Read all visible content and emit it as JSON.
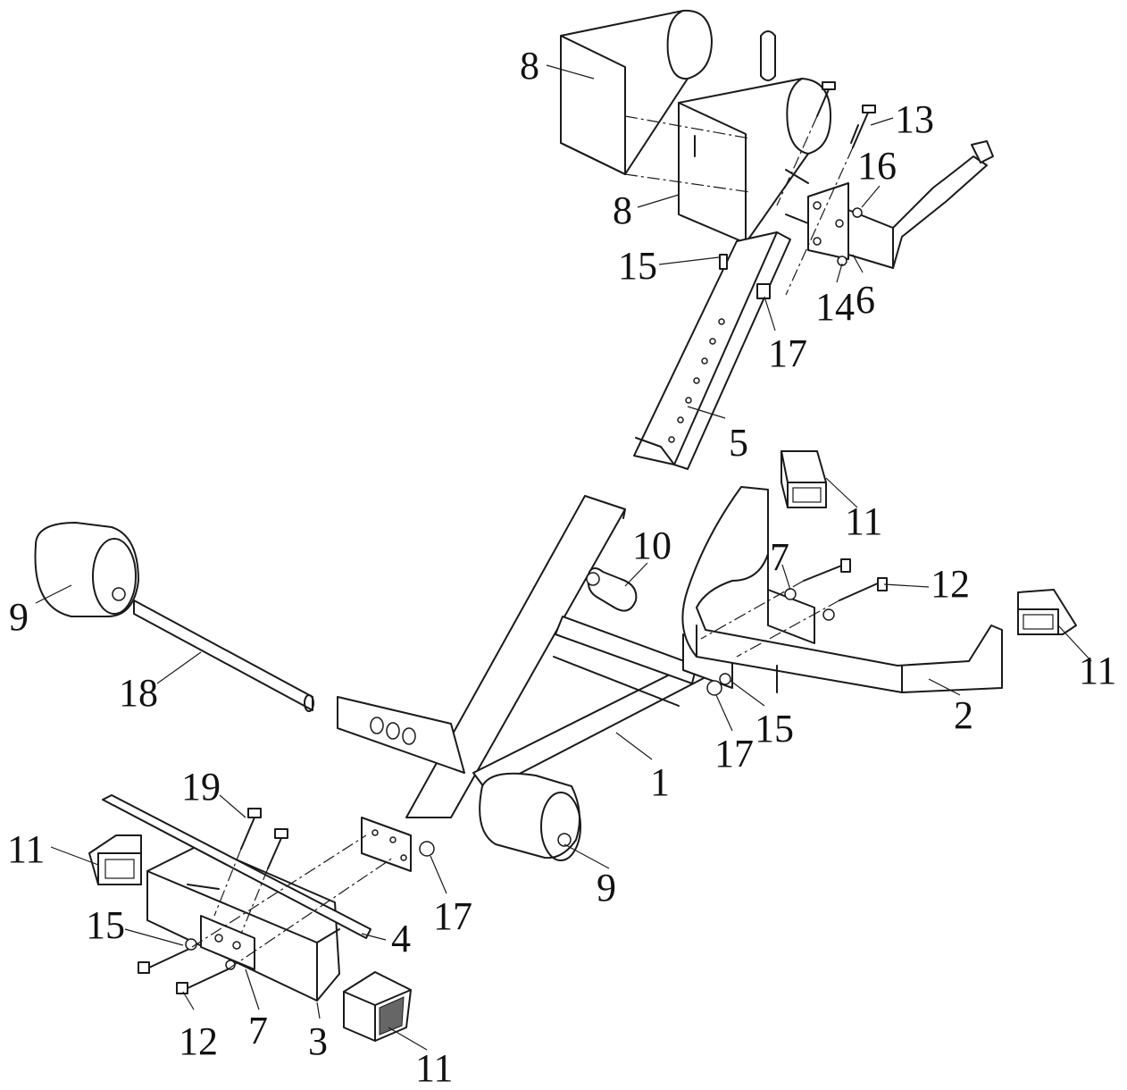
{
  "diagram": {
    "type": "exploded-assembly-drawing",
    "callouts": {
      "c1": "1",
      "c2": "2",
      "c3": "3",
      "c4": "4",
      "c5": "5",
      "c6": "6",
      "c7a": "7",
      "c7b": "7",
      "c8a": "8",
      "c8b": "8",
      "c9a": "9",
      "c9b": "9",
      "c10": "10",
      "c11a": "11",
      "c11b": "11",
      "c11c": "11",
      "c11d": "11",
      "c12a": "12",
      "c12b": "12",
      "c13": "13",
      "c14": "14",
      "c15a": "15",
      "c15b": "15",
      "c15c": "15",
      "c16": "16",
      "c17a": "17",
      "c17b": "17",
      "c17c": "17",
      "c18": "18",
      "c19": "19"
    }
  }
}
